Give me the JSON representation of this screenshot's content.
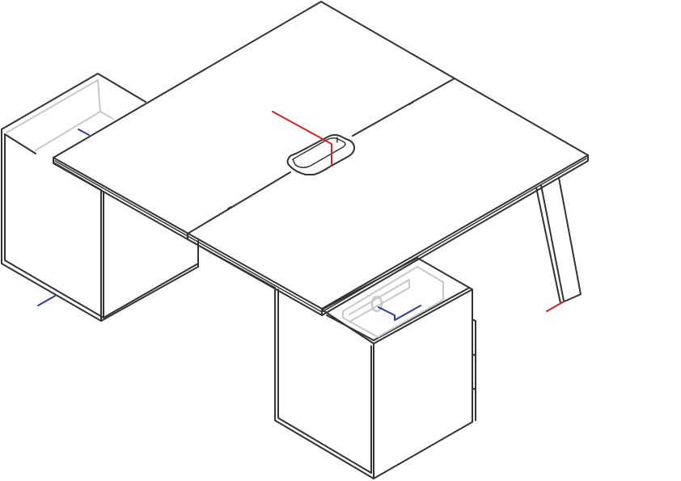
{
  "colors": {
    "outline": "#333333",
    "inner_detail": "#c8c8c8",
    "axis_red": "#d62222",
    "axis_blue": "#2a3f9a",
    "background": "#ffffff"
  },
  "objects": [
    "desk-top-left-panel",
    "desk-top-right-panel",
    "cable-port",
    "left-drawer-pedestal",
    "right-drawer-pedestal",
    "desk-leg"
  ]
}
